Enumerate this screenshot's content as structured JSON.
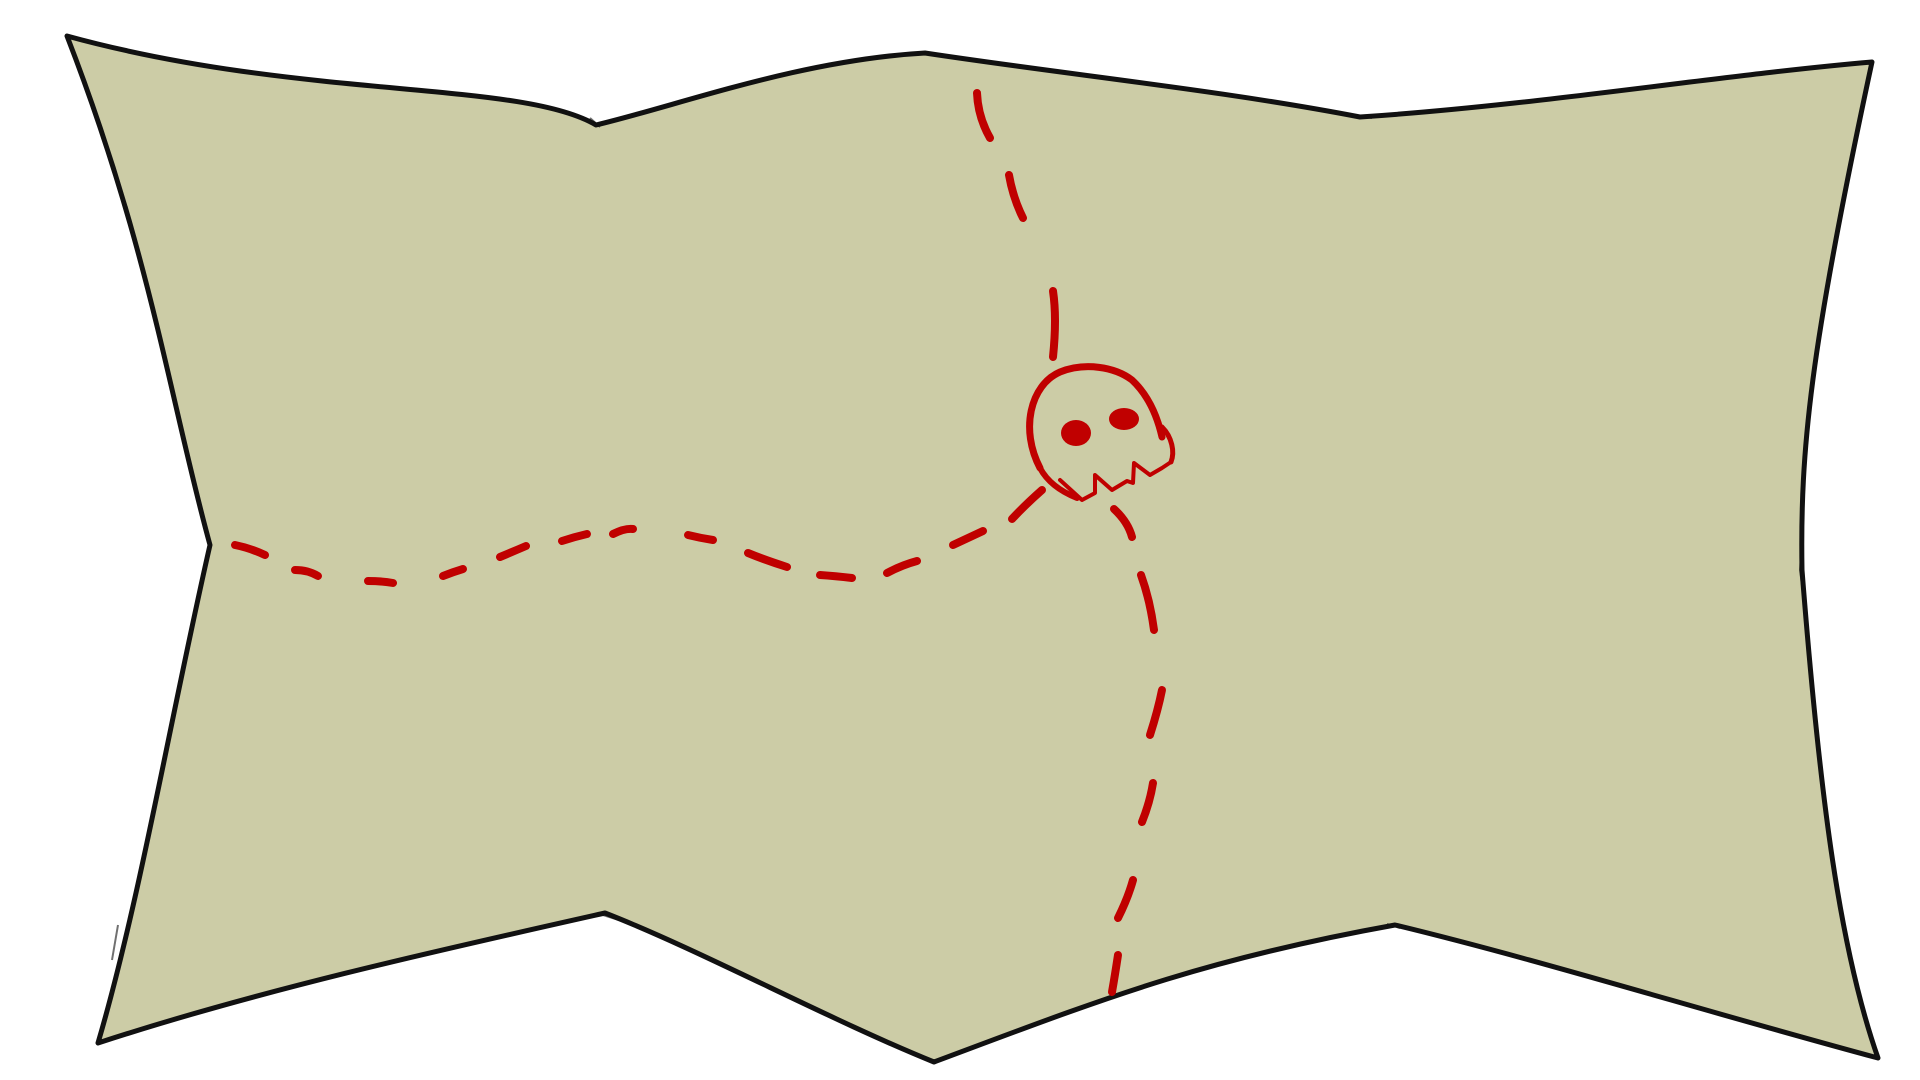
{
  "map": {
    "style": "hand-drawn treasure map",
    "paper_color": "#cccca6",
    "outline_color": "#111111",
    "route_color": "#c00000",
    "background_color": "#ffffff",
    "icons": [
      "skull-icon"
    ],
    "routes": [
      "route-west",
      "route-north",
      "route-south"
    ]
  }
}
